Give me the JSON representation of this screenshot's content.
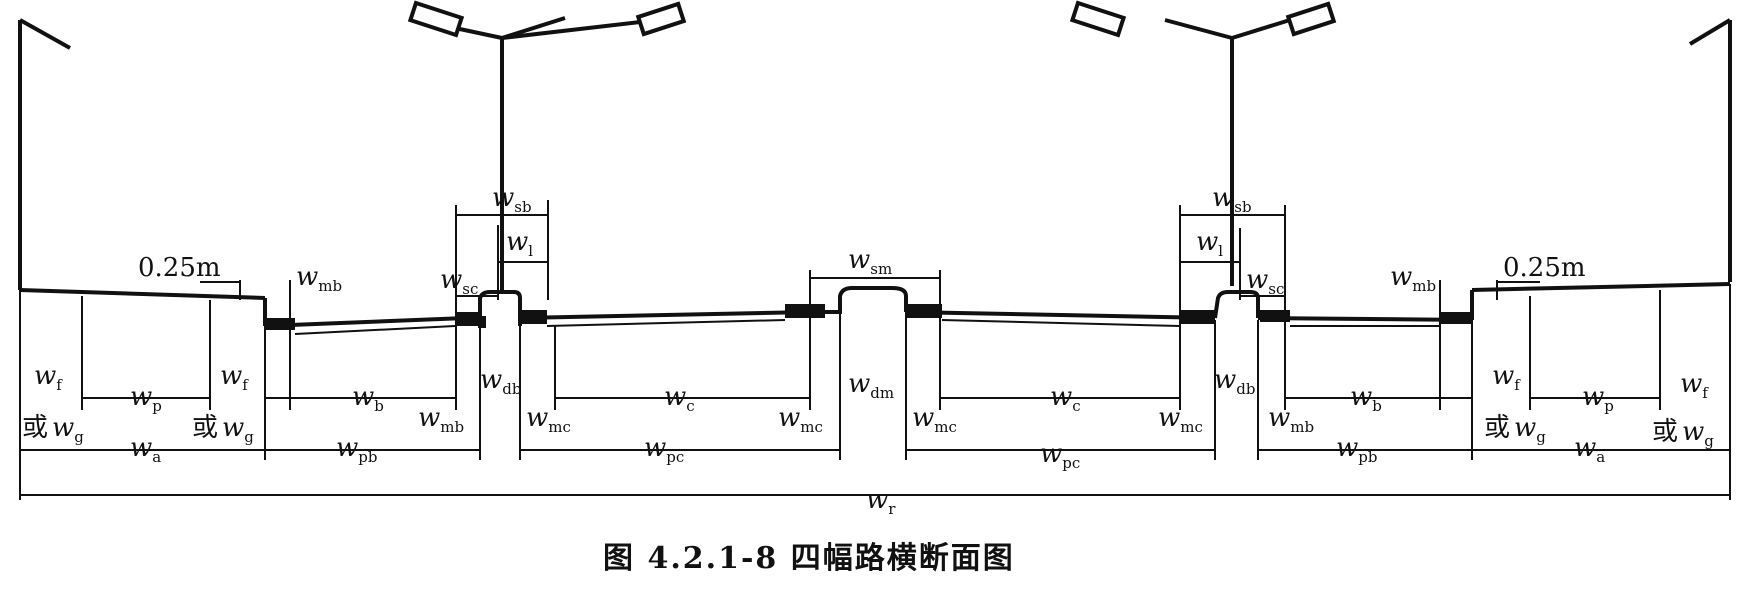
{
  "diagram": {
    "caption": "图 4.2.1-8  四幅路横断面图",
    "offset_label": "0.25m",
    "or_word": "或",
    "labels": {
      "wf": {
        "main": "w",
        "sub": "f"
      },
      "wp": {
        "main": "w",
        "sub": "p"
      },
      "wg": {
        "main": "w",
        "sub": "g"
      },
      "wa": {
        "main": "w",
        "sub": "a"
      },
      "wb": {
        "main": "w",
        "sub": "b"
      },
      "wc": {
        "main": "w",
        "sub": "c"
      },
      "wmb": {
        "main": "w",
        "sub": "mb"
      },
      "wmc": {
        "main": "w",
        "sub": "mc"
      },
      "wpb": {
        "main": "w",
        "sub": "pb"
      },
      "wpc": {
        "main": "w",
        "sub": "pc"
      },
      "wdb": {
        "main": "w",
        "sub": "db"
      },
      "wdm": {
        "main": "w",
        "sub": "dm"
      },
      "wsb": {
        "main": "w",
        "sub": "sb"
      },
      "wsc": {
        "main": "w",
        "sub": "sc"
      },
      "wsm": {
        "main": "w",
        "sub": "sm"
      },
      "wl": {
        "main": "w",
        "sub": "l"
      },
      "wr": {
        "main": "w",
        "sub": "r"
      }
    }
  }
}
